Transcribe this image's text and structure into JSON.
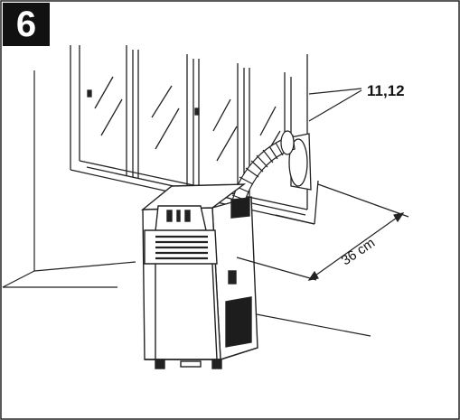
{
  "step_number": "6",
  "callout_label": "11,12",
  "distance_label": "36 cm",
  "colors": {
    "ink": "#111111",
    "paper": "#ffffff"
  }
}
